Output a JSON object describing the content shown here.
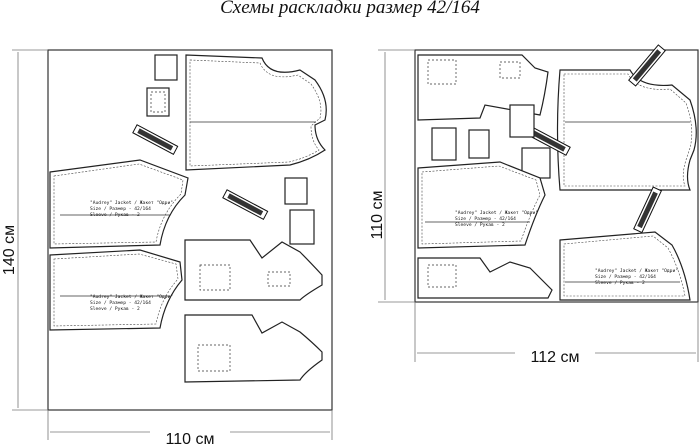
{
  "title": "Схемы раскладки размер 42/164",
  "layout_left": {
    "height_label": "140 см",
    "width_label": "110 см"
  },
  "layout_right": {
    "height_label": "110 см",
    "width_label": "112 см"
  },
  "piece_text": {
    "line1": "\"Audrey\" Jacket / Жакет \"Одри\"",
    "line2": "Size / Размер - 42/164",
    "line3": "Sleeve / Рукав - 2"
  }
}
